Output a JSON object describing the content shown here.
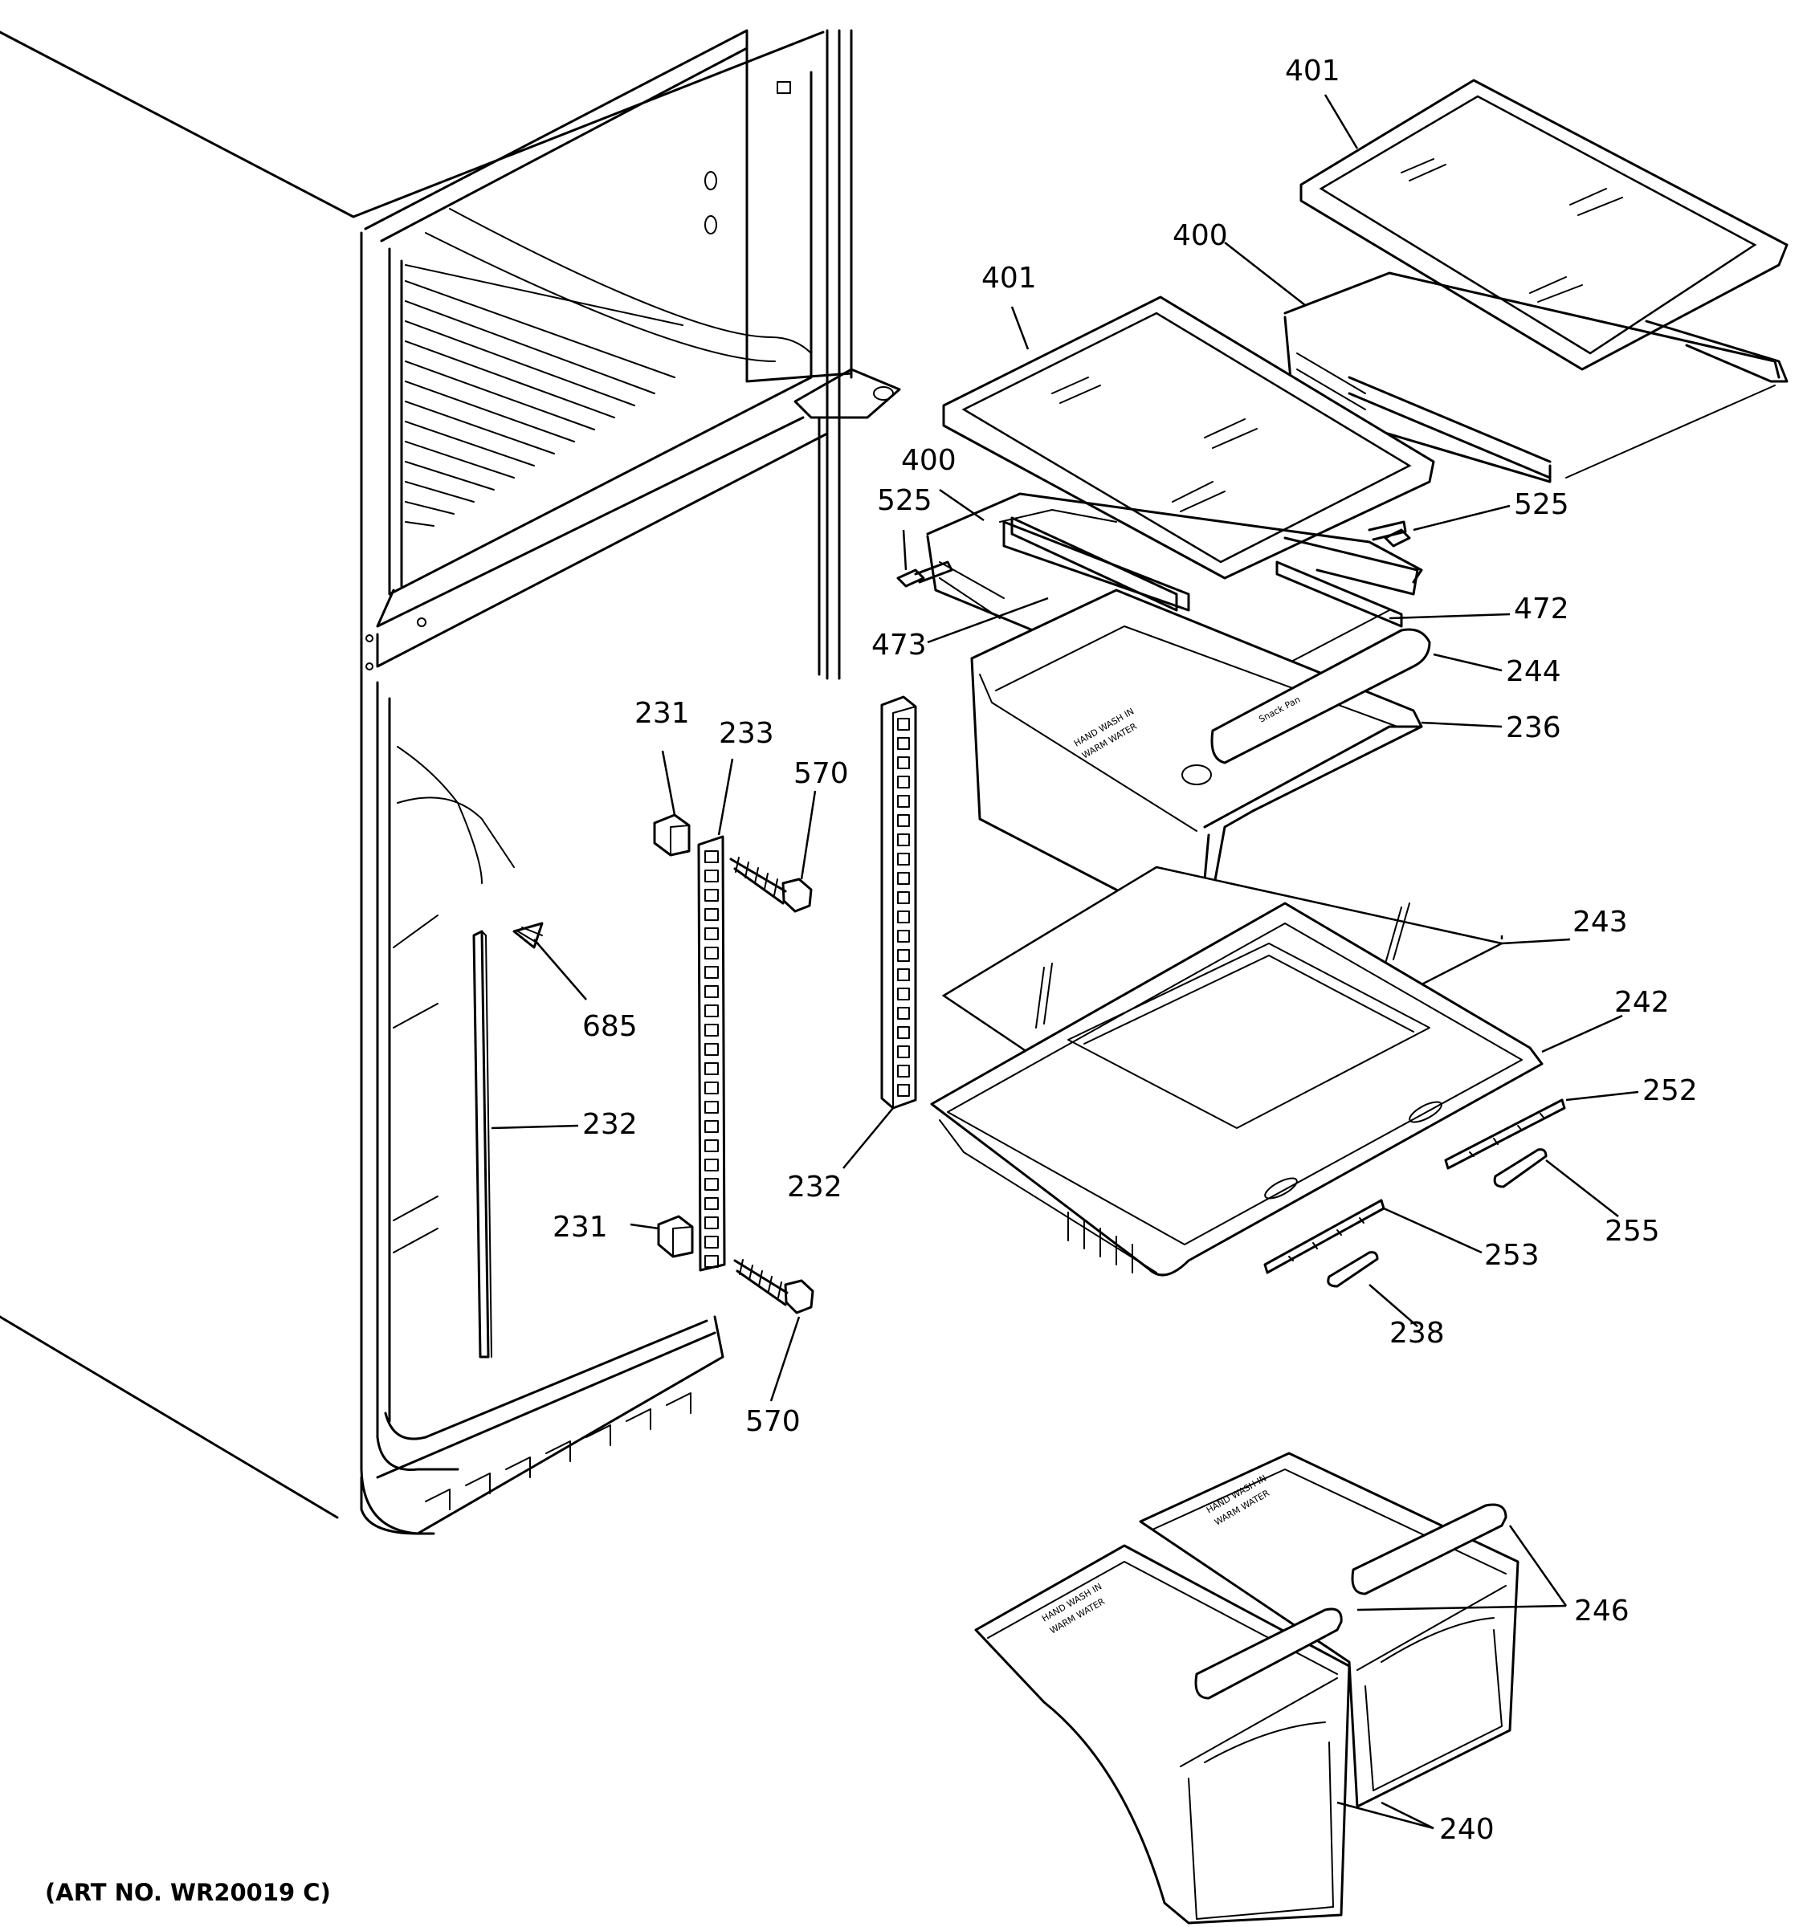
{
  "part_labels": {
    "p401a": "401",
    "p401b": "401",
    "p400a": "400",
    "p400b": "400",
    "p525a": "525",
    "p525b": "525",
    "p472": "472",
    "p473": "473",
    "p244": "244",
    "p236": "236",
    "p231a": "231",
    "p231b": "231",
    "p233": "233",
    "p570a": "570",
    "p570b": "570",
    "p685": "685",
    "p232a": "232",
    "p232b": "232",
    "p243": "243",
    "p242": "242",
    "p252": "252",
    "p253": "253",
    "p255": "255",
    "p238": "238",
    "p246": "246",
    "p240": "240"
  },
  "embossed_text": {
    "snack_pan": "Snack Pan",
    "hand_wash_1": "HAND WASH IN",
    "hand_wash_2": "WARM WATER"
  },
  "art_number": "(ART NO. WR20019 C)"
}
